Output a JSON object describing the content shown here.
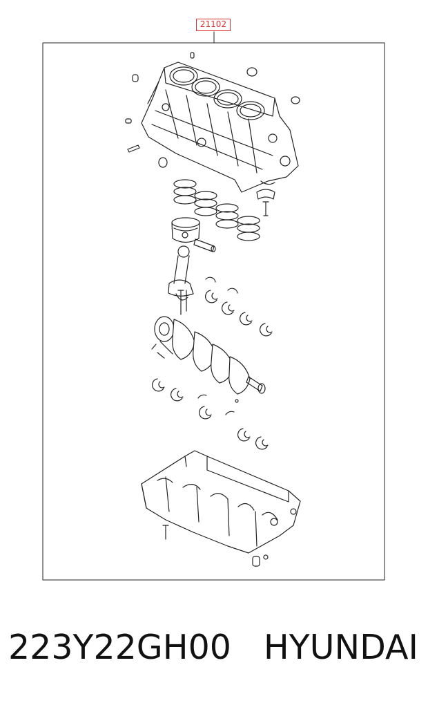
{
  "diagram": {
    "callout_label": "21102"
  },
  "footer": {
    "part_number": "223Y22GH00",
    "brand": "HYUNDAI"
  }
}
